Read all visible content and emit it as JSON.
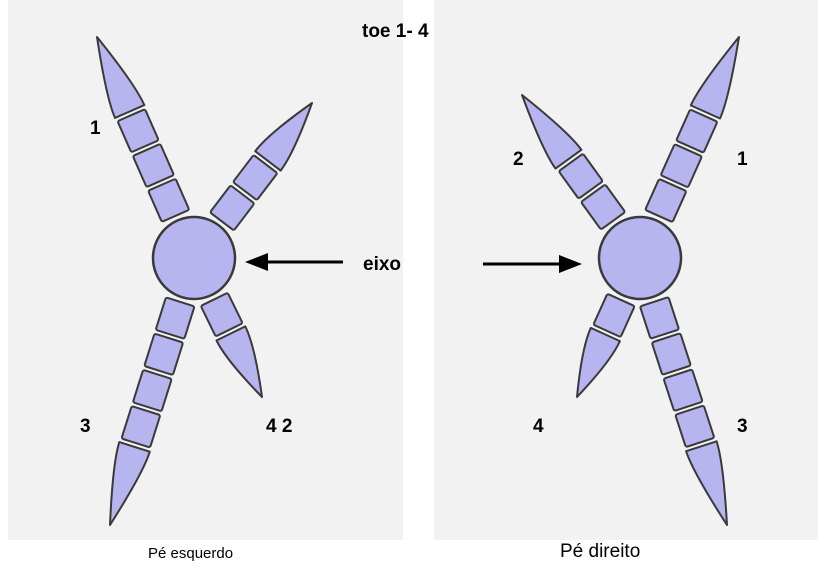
{
  "title": "toe 1- 4",
  "axis_label": "eixo",
  "left_foot": {
    "caption": "Pé esquerdo",
    "toe_labels": [
      "1",
      "3",
      "4 2"
    ]
  },
  "right_foot": {
    "caption": "Pé direito",
    "toe_labels": [
      "2",
      "1",
      "4",
      "3"
    ]
  },
  "colors": {
    "segment_fill": "#b7b5ef",
    "outline": "#3a3a3a",
    "panel_bg": "#f2f2f2",
    "arrow": "#000000"
  }
}
